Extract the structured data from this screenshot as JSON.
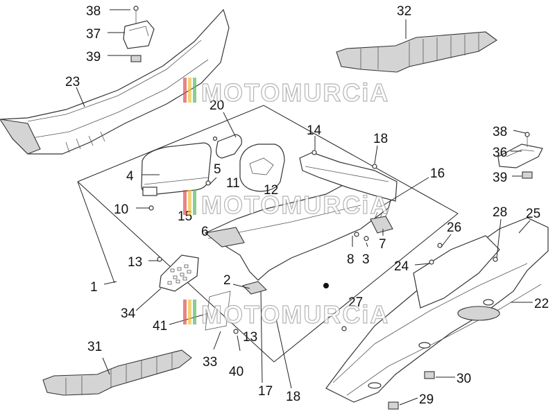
{
  "watermark": {
    "text": "MOTOMURCiA"
  },
  "labels": {
    "l1": "1",
    "l2": "2",
    "l3": "3",
    "l4": "4",
    "l5": "5",
    "l6": "6",
    "l7": "7",
    "l8": "8",
    "l10": "10",
    "l11": "11",
    "l12": "12",
    "l13a": "13",
    "l13b": "13",
    "l14": "14",
    "l15": "15",
    "l16": "16",
    "l17": "17",
    "l18a": "18",
    "l18b": "18",
    "l20": "20",
    "l22": "22",
    "l23": "23",
    "l24": "24",
    "l25": "25",
    "l26": "26",
    "l27": "27",
    "l28": "28",
    "l29": "29",
    "l30": "30",
    "l31": "31",
    "l32": "32",
    "l33": "33",
    "l34": "34",
    "l36": "36",
    "l37": "37",
    "l38a": "38",
    "l38b": "38",
    "l39a": "39",
    "l39b": "39",
    "l40": "40",
    "l41": "41"
  },
  "colors": {
    "line": "#333333",
    "shade": "#d4d4d4",
    "watermark_red": "#e05050",
    "watermark_green": "#5cb85c"
  }
}
